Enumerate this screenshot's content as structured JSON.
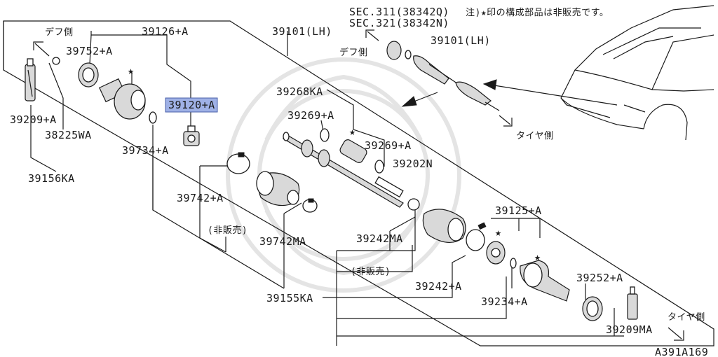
{
  "labels": {
    "sec1": "SEC.311(38342Q)",
    "sec2": "SEC.321(38342N)",
    "note": "注)★印の構成部品は非販売です。",
    "diff_side_top": "デフ側",
    "diff_side_left": "デフ側",
    "tire_side_top": "タイヤ側",
    "tire_side_bottom": "タイヤ側",
    "p39101_main": "39101(LH)",
    "p39101_detail": "39101(LH)",
    "p39126": "39126+A",
    "p39752": "39752+A",
    "p39120": "39120+A",
    "p39209a": "39209+A",
    "p38225": "38225WA",
    "p39734": "39734+A",
    "p39156": "39156KA",
    "p39268": "39268KA",
    "p39269a": "39269+A",
    "p39269b": "39269+A",
    "p39202": "39202N",
    "p39742": "39742+A",
    "hihanbai1": "(非販売)",
    "p39742ma": "39742MA",
    "p39242ma": "39242MA",
    "hihanbai2": "(非販売)",
    "p39155": "39155KA",
    "p39242": "39242+A",
    "p39125": "39125+A",
    "p39234": "39234+A",
    "p39252": "39252+A",
    "p39209ma": "39209MA",
    "figure_code": "A391A169"
  },
  "highlight": {
    "part": "39120+A",
    "color": "#9fb1e6"
  },
  "marks": {
    "star": "★"
  }
}
